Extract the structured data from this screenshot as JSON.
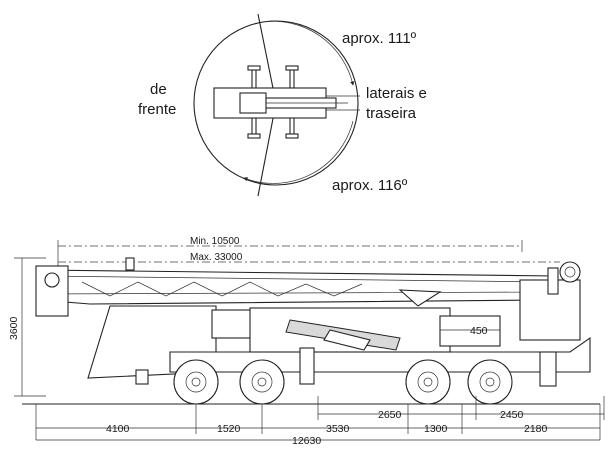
{
  "top_view": {
    "label_front_line1": "de",
    "label_front_line2": "frente",
    "label_side_line1": "laterais e",
    "label_side_line2": "traseira",
    "angle_top": "aprox. 111º",
    "angle_bottom": "aprox. 116º"
  },
  "side_view": {
    "boom_min": "Min. 10500",
    "boom_max": "Max. 33000",
    "height": "3600",
    "offset_450": "450",
    "dims": {
      "d4100": "4100",
      "d1520": "1520",
      "d3530": "3530",
      "d1300": "1300",
      "d2180": "2180",
      "d2650": "2650",
      "d2450": "2450",
      "d12630": "12630"
    }
  }
}
